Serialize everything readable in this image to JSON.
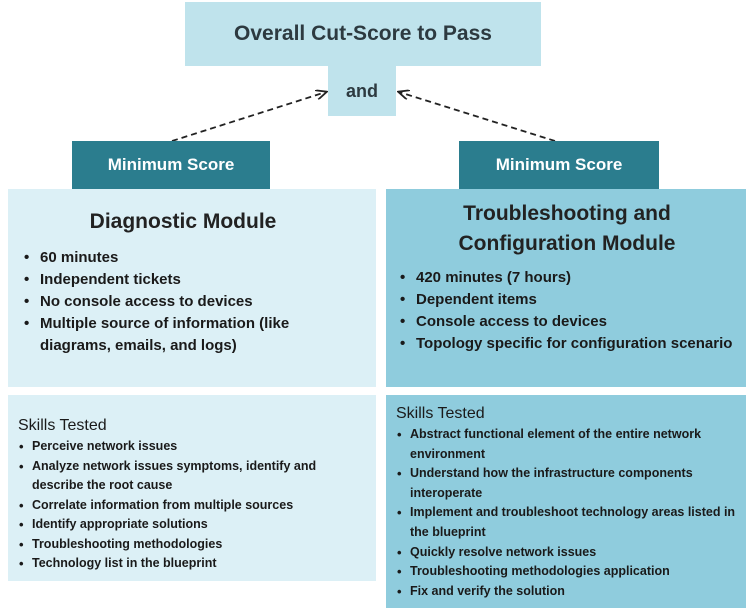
{
  "top": {
    "title": "Overall Cut-Score to Pass",
    "connector": "and"
  },
  "left": {
    "badge": "Minimum Score",
    "module_title": "Diagnostic Module",
    "facts": [
      "60 minutes",
      "Independent tickets",
      "No console access to devices",
      "Multiple source of information (like diagrams, emails, and logs)"
    ],
    "skills_title": "Skills Tested",
    "skills": [
      "Perceive network issues",
      "Analyze network issues symptoms, identify and describe the root cause",
      "Correlate information from multiple sources",
      "Identify appropriate solutions",
      "Troubleshooting methodologies",
      "Technology list in the blueprint"
    ]
  },
  "right": {
    "badge": "Minimum Score",
    "module_title_line1": "Troubleshooting and",
    "module_title_line2": "Configuration Module",
    "facts": [
      "420 minutes (7 hours)",
      "Dependent items",
      "Console access to devices",
      "Topology specific for configuration scenario"
    ],
    "skills_title": "Skills Tested",
    "skills": [
      "Abstract functional element of the entire network environment",
      "Understand how the infrastructure components interoperate",
      "Implement and troubleshoot technology areas listed in the blueprint",
      "Quickly resolve network issues",
      "Troubleshooting methodologies application",
      "Fix and verify the solution"
    ]
  },
  "colors": {
    "light_box": "#bfe3ec",
    "badge": "#2b7d8e",
    "left_panel": "#dcf0f6",
    "right_panel": "#8fccdd"
  }
}
